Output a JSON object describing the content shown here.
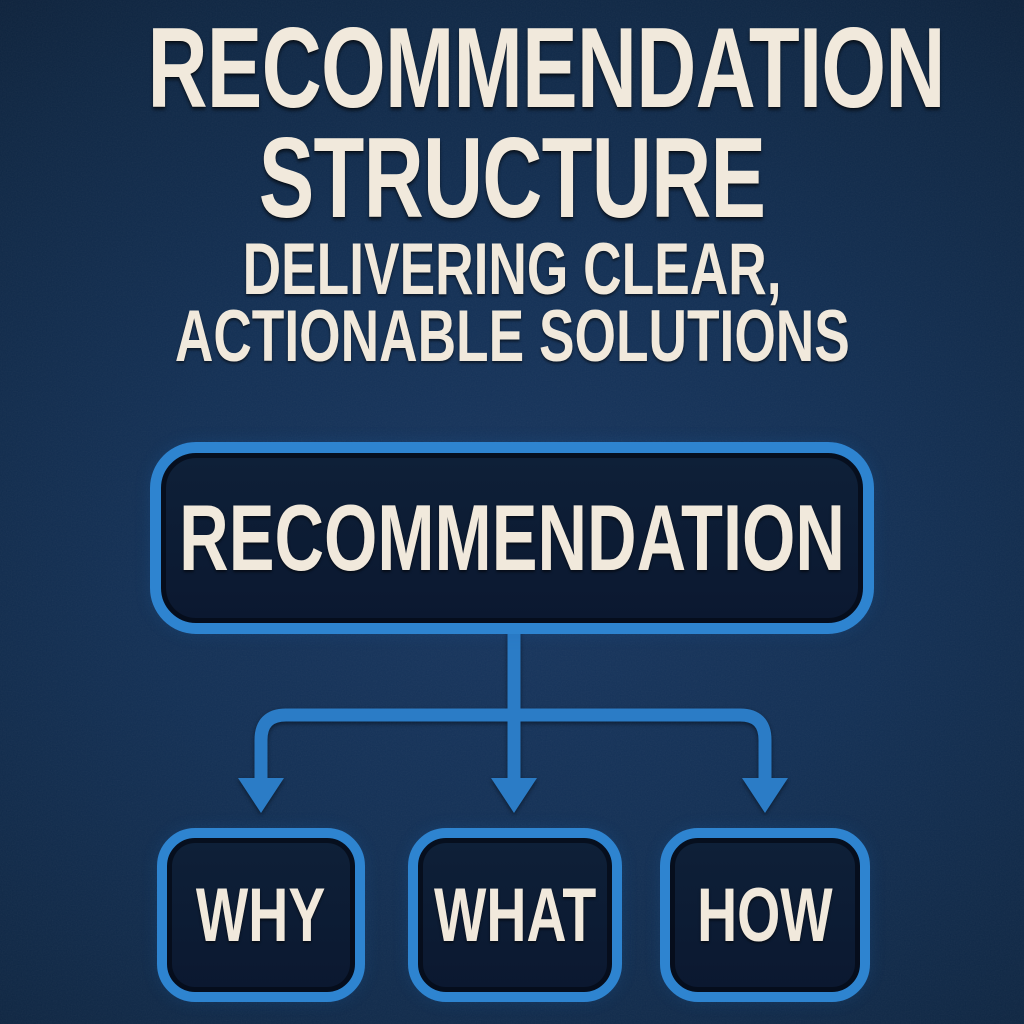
{
  "header": {
    "title_lines": [
      "RECOMMENDATION",
      "STRUCTURE"
    ],
    "subtitle_lines": [
      "DELIVERING CLEAR,",
      "ACTIONABLE SOLUTIONS"
    ]
  },
  "diagram": {
    "root": {
      "label": "RECOMMENDATION"
    },
    "children": [
      {
        "label": "WHY"
      },
      {
        "label": "WHAT"
      },
      {
        "label": "HOW"
      }
    ],
    "colors": {
      "background_navy": "#0f2744",
      "node_fill": "#0c1a30",
      "border_blue": "#2e84d0",
      "connector_blue": "#2b7cc6",
      "text_cream": "#f1e9dc"
    }
  }
}
